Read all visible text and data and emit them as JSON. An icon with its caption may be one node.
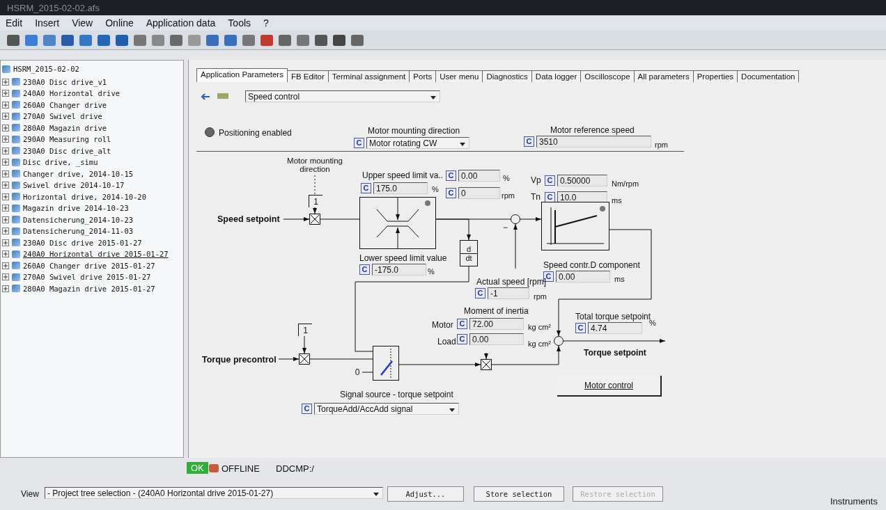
{
  "diagram": {
    "nodes": [
      {
        "text": [
          "Speed setpoint"
        ]
      },
      {
        "text": [
          "Motor mounting direction"
        ]
      },
      {
        "text": [
          "1"
        ]
      },
      {
        "text": [],
        "shape": "box"
      },
      {
        "text": [],
        "shape": "box"
      },
      {
        "text": [
          "d",
          "dt"
        ]
      },
      {
        "text": [],
        "shape": "circle"
      },
      {
        "text": [],
        "shape": "box"
      },
      {
        "text": [
          "Torque precontrol"
        ]
      },
      {
        "text": [
          "1"
        ]
      },
      {
        "text": [],
        "shape": "box"
      },
      {
        "text": [
          "0"
        ]
      },
      {
        "text": [],
        "shape": "box"
      },
      {
        "text": [],
        "shape": "box"
      },
      {
        "text": [],
        "shape": "circle"
      }
    ],
    "edges": [
      {
        "from": 0,
        "to": 3,
        "arrow": "to"
      },
      {
        "from": 1,
        "to": 2,
        "arrow": "none",
        "style": "dashed"
      },
      {
        "from": 2,
        "to": 3,
        "arrow": "to"
      },
      {
        "from": 3,
        "to": 4,
        "arrow": "none"
      },
      {
        "from": 4,
        "to": 6,
        "arrow": "none"
      },
      {
        "from": 4,
        "to": 5,
        "arrow": "to"
      },
      {
        "from": null,
        "to": 6,
        "arrow": "to"
      },
      {
        "from": 6,
        "to": 7,
        "arrow": "to"
      },
      {
        "from": 7,
        "to": 14,
        "arrow": "to"
      },
      {
        "from": 5,
        "to": 12,
        "arrow": "none"
      },
      {
        "from": 8,
        "to": 10,
        "arrow": "to"
      },
      {
        "from": 9,
        "to": 10,
        "arrow": "to"
      },
      {
        "from": 10,
        "to": 12,
        "arrow": "none"
      },
      {
        "from": 11,
        "to": 12,
        "arrow": "none"
      },
      {
        "from": 12,
        "to": 13,
        "arrow": "to"
      },
      {
        "from": null,
        "to": 13,
        "arrow": "to"
      },
      {
        "from": 13,
        "to": 14,
        "arrow": "to"
      },
      {
        "from": 14,
        "to": null,
        "arrow": "to"
      }
    ],
    "labels": [
      "HSRM_2015-02-02.afs",
      "Edit",
      "Insert",
      "View",
      "Online",
      "Application data",
      "Tools",
      "?",
      "HSRM_2015-02-02",
      "230A0 Disc drive_v1",
      "240A0 Horizontal drive",
      "260A0 Changer drive",
      "270A0 Swivel drive",
      "280A0 Magazin drive",
      "290A0 Measuring roll",
      "230A0 Disc drive_alt",
      "Disc drive, _simu",
      "Changer drive, 2014-10-15",
      "Swivel drive 2014-10-17",
      "Horizontal drive, 2014-10-20",
      "Magazin drive 2014-10-23",
      "Datensicherung_2014-10-23",
      "Datensicherung_2014-11-03",
      "230A0 Disc drive 2015-01-27",
      "240A0 Horizontal drive 2015-01-27",
      "260A0 Changer drive 2015-01-27",
      "270A0 Swivel drive 2015-01-27",
      "280A0 Magazin drive 2015-01-27",
      "Application Parameters",
      "FB Editor",
      "Terminal assignment",
      "Ports",
      "User menu",
      "Diagnostics",
      "Data logger",
      "Oscilloscope",
      "All parameters",
      "Properties",
      "Documentation",
      "Speed control",
      "Positioning enabled",
      "Motor mounting direction",
      "C",
      "Motor rotating CW",
      "Motor reference speed",
      "C",
      "3510",
      "rpm",
      "Upper speed limit va..",
      "C",
      "175.0",
      "%",
      "C",
      "0.00",
      "%",
      "C",
      "0",
      "rpm",
      "Vp",
      "C",
      "0.50000",
      "Nm/rpm",
      "Tn",
      "C",
      "10.0",
      "ms",
      "Lower speed limit value",
      "C",
      "-175.0",
      "%",
      "−",
      "Speed contr.D component",
      "C",
      "0.00",
      "ms",
      "Actual speed [rpm]",
      "C",
      "-1",
      "rpm",
      "Moment of inertia",
      "Motor",
      "C",
      "72.00",
      "kg cm²",
      "Load",
      "C",
      "0.00",
      "kg cm²",
      "Total torque setpoint",
      "C",
      "4.74",
      "%",
      "Torque setpoint",
      "Signal source - torque setpoint",
      "C",
      "TorqueAdd/AccAdd signal",
      "Motor control",
      "OK",
      "OFFLINE",
      "DDCMP:/",
      "View",
      "- Project tree selection - (240A0 Horizontal drive 2015-01-27)",
      "Adjust...",
      "Store selection",
      "Restore selection",
      "Instruments"
    ]
  }
}
